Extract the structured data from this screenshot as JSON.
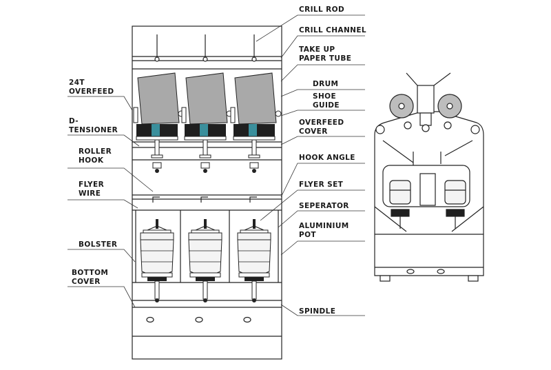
{
  "labels": {
    "crill_rod": "CRILL ROD",
    "crill_channel": "CRILL CHANNEL",
    "take_up_paper_tube": "TAKE UP\nPAPER TUBE",
    "drum": "DRUM",
    "shoe_guide": "SHOE\nGUIDE",
    "overfeed_cover": "OVERFEED\nCOVER",
    "hook_angle": "HOOK ANGLE",
    "flyer_set": "FLYER SET",
    "seperator": "SEPERATOR",
    "aluminium_pot": "ALUMINIUM\nPOT",
    "spindle": "SPINDLE",
    "overfeed_24t": "24T\nOVERFEED",
    "d_tensioner": "D-\nTENSIONER",
    "roller_hook": "ROLLER\nHOOK",
    "flyer_wire": "FLYER\nWIRE",
    "bolster": "BOLSTER",
    "bottom_cover": "BOTTOM\nCOVER"
  },
  "colors": {
    "line": "#222222",
    "tube_fill": "#a9a9a9",
    "drive_block": "#1f1f1f",
    "accent_teal": "#3a8f9c",
    "pot_fill": "#f4f4f4"
  },
  "views": [
    "front-view",
    "side-view"
  ]
}
